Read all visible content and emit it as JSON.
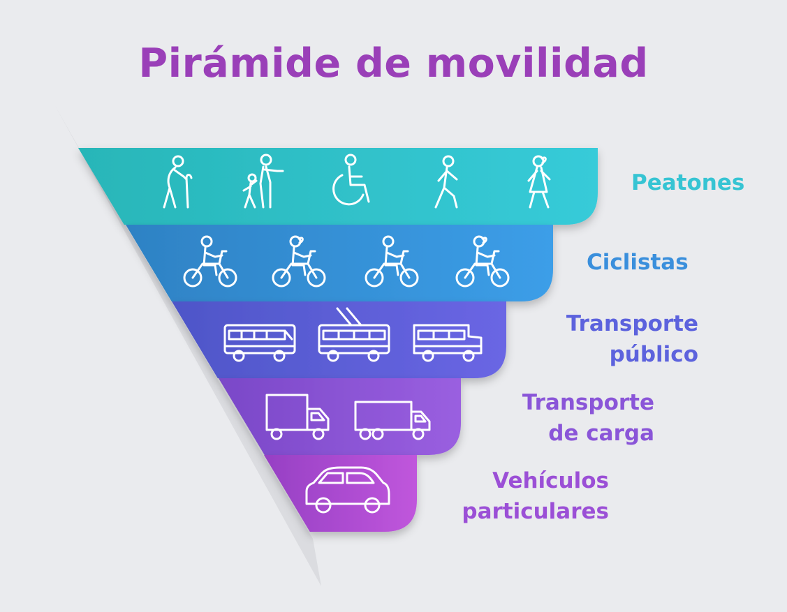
{
  "title": "Pirámide de movilidad",
  "levels": [
    {
      "label_lines": [
        "Peatones"
      ],
      "label_color": "#36c4d3",
      "gradient": [
        "#28b6b8",
        "#37cbd9"
      ],
      "icons": [
        "elderly-walker-icon",
        "adult-with-child-icon",
        "wheelchair-icon",
        "pedestrian-icon",
        "woman-walking-icon"
      ]
    },
    {
      "label_lines": [
        "Ciclistas"
      ],
      "label_color": "#3a8fdc",
      "gradient": [
        "#2e82c4",
        "#3c9ee8"
      ],
      "icons": [
        "man-motorbike-icon",
        "woman-motorbike-icon",
        "man-motorbike-icon",
        "woman-motorbike-icon"
      ]
    },
    {
      "label_lines": [
        "Transporte",
        "público"
      ],
      "label_color": "#5c62dd",
      "gradient": [
        "#4e56c8",
        "#6a66e4"
      ],
      "icons": [
        "bus-icon",
        "trolleybus-icon",
        "school-bus-icon"
      ]
    },
    {
      "label_lines": [
        "Transporte",
        "de carga"
      ],
      "label_color": "#8a55d8",
      "gradient": [
        "#7a48c8",
        "#9a5fe0"
      ],
      "icons": [
        "delivery-truck-icon",
        "box-truck-icon"
      ]
    },
    {
      "label_lines": [
        "Vehículos",
        "particulares"
      ],
      "label_color": "#9b4fd6",
      "gradient": [
        "#9640c4",
        "#c056dc"
      ],
      "icons": [
        "car-icon"
      ]
    }
  ]
}
